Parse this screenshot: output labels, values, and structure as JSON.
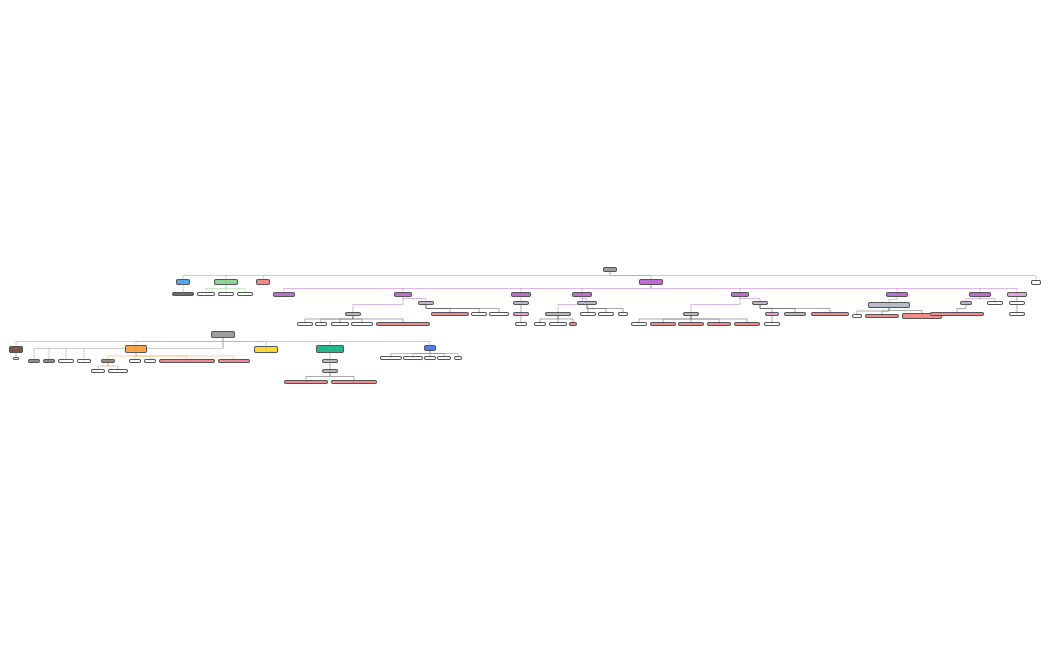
{
  "palette": {
    "gray": "#9e9e9e",
    "purple": "#c06bd6",
    "blue": "#58a8e8",
    "green": "#8fd694",
    "red": "#f28b8b",
    "brown": "#795548",
    "orange": "#f5a44a",
    "yellow": "#ffd633",
    "teal": "#26b58e",
    "royal": "#4c7df0",
    "slate": "#b8bcc8",
    "dark": "#6b6b6b",
    "tan": "#a18c7a",
    "pink": "#e6a4dd"
  },
  "nodes": [
    {
      "id": "root",
      "text": "…",
      "c": "gray"
    },
    {
      "id": "t1",
      "text": "…",
      "c": "blue"
    },
    {
      "id": "t1a",
      "text": "…",
      "c": "dark"
    },
    {
      "id": "t2",
      "text": "…",
      "c": "green"
    },
    {
      "id": "t2a",
      "text": "…",
      "c": "white"
    },
    {
      "id": "t2b",
      "text": "…",
      "c": "white"
    },
    {
      "id": "t2c",
      "text": "…",
      "c": "white"
    },
    {
      "id": "t3",
      "text": "…",
      "c": "red"
    },
    {
      "id": "t4",
      "text": "…",
      "c": "purple"
    },
    {
      "id": "t5",
      "text": "…",
      "c": "white"
    },
    {
      "id": "p1",
      "text": "…",
      "c": "purple"
    },
    {
      "id": "p2",
      "text": "…",
      "c": "purple"
    },
    {
      "id": "p2a",
      "text": "…",
      "c": "slate"
    },
    {
      "id": "p2b",
      "text": "…",
      "c": "slate"
    },
    {
      "id": "p2a1",
      "text": "…",
      "c": "white"
    },
    {
      "id": "p2a2",
      "text": "…",
      "c": "white"
    },
    {
      "id": "p2a3",
      "text": "…",
      "c": "white"
    },
    {
      "id": "p2a4",
      "text": "…",
      "c": "white"
    },
    {
      "id": "p2a5",
      "text": "…",
      "c": "red"
    },
    {
      "id": "p2c",
      "text": "…",
      "c": "red"
    },
    {
      "id": "p2d",
      "text": "…",
      "c": "white"
    },
    {
      "id": "p2e",
      "text": "…",
      "c": "white"
    },
    {
      "id": "p3",
      "text": "…",
      "c": "purple"
    },
    {
      "id": "p3a",
      "text": "…",
      "c": "slate"
    },
    {
      "id": "p3b",
      "text": "…",
      "c": "pink"
    },
    {
      "id": "p3c",
      "text": "…",
      "c": "white"
    },
    {
      "id": "p4",
      "text": "…",
      "c": "purple"
    },
    {
      "id": "p4a",
      "text": "…",
      "c": "slate"
    },
    {
      "id": "p4b",
      "text": "…",
      "c": "slate"
    },
    {
      "id": "p4b1",
      "text": "…",
      "c": "white"
    },
    {
      "id": "p4b2",
      "text": "…",
      "c": "white"
    },
    {
      "id": "p4b3",
      "text": "…",
      "c": "red"
    },
    {
      "id": "p4c",
      "text": "…",
      "c": "white"
    },
    {
      "id": "p4d",
      "text": "…",
      "c": "white"
    },
    {
      "id": "p4e",
      "text": "…",
      "c": "white"
    },
    {
      "id": "p5",
      "text": "…",
      "c": "purple"
    },
    {
      "id": "p5a",
      "text": "…",
      "c": "slate"
    },
    {
      "id": "p5b",
      "text": "…",
      "c": "slate"
    },
    {
      "id": "p5b1",
      "text": "…",
      "c": "white"
    },
    {
      "id": "p5b2",
      "text": "…",
      "c": "red"
    },
    {
      "id": "p5b3",
      "text": "…",
      "c": "red"
    },
    {
      "id": "p5b4",
      "text": "…",
      "c": "red"
    },
    {
      "id": "p5b5",
      "text": "…",
      "c": "red"
    },
    {
      "id": "p5c",
      "text": "…",
      "c": "pink"
    },
    {
      "id": "p5c1",
      "text": "…",
      "c": "white"
    },
    {
      "id": "p5d",
      "text": "…",
      "c": "slate"
    },
    {
      "id": "p5e",
      "text": "…",
      "c": "red"
    },
    {
      "id": "p6",
      "text": "…",
      "c": "purple"
    },
    {
      "id": "p6a",
      "text": "…",
      "c": "slate"
    },
    {
      "id": "p6a1",
      "text": "…",
      "c": "white"
    },
    {
      "id": "p6a2",
      "text": "…",
      "c": "red"
    },
    {
      "id": "p6a3",
      "text": "…",
      "c": "red"
    },
    {
      "id": "p7",
      "text": "…",
      "c": "purple"
    },
    {
      "id": "p7a",
      "text": "…",
      "c": "slate"
    },
    {
      "id": "p7b",
      "text": "…",
      "c": "white"
    },
    {
      "id": "p7c",
      "text": "…",
      "c": "red"
    },
    {
      "id": "p8",
      "text": "…",
      "c": "pink"
    },
    {
      "id": "p8a",
      "text": "…",
      "c": "white"
    },
    {
      "id": "p8b",
      "text": "…",
      "c": "white"
    },
    {
      "id": "l2",
      "text": "…",
      "c": "gray"
    },
    {
      "id": "b1",
      "text": "…",
      "c": "brown"
    },
    {
      "id": "b1a",
      "text": "…",
      "c": "white"
    },
    {
      "id": "b2",
      "text": "…",
      "c": "tan"
    },
    {
      "id": "b3",
      "text": "…",
      "c": "tan"
    },
    {
      "id": "b4",
      "text": "…",
      "c": "white"
    },
    {
      "id": "b5",
      "text": "…",
      "c": "white"
    },
    {
      "id": "o1",
      "text": "…",
      "c": "orange"
    },
    {
      "id": "o1a",
      "text": "…",
      "c": "tan"
    },
    {
      "id": "o1a1",
      "text": "…",
      "c": "white"
    },
    {
      "id": "o1a2",
      "text": "…",
      "c": "white"
    },
    {
      "id": "o1b",
      "text": "…",
      "c": "white"
    },
    {
      "id": "o1c",
      "text": "…",
      "c": "white"
    },
    {
      "id": "o1d",
      "text": "…",
      "c": "red"
    },
    {
      "id": "o1e",
      "text": "…",
      "c": "red"
    },
    {
      "id": "y1",
      "text": "…",
      "c": "yellow"
    },
    {
      "id": "g1",
      "text": "…",
      "c": "teal"
    },
    {
      "id": "g1a",
      "text": "…",
      "c": "slate"
    },
    {
      "id": "g1b",
      "text": "…",
      "c": "slate"
    },
    {
      "id": "g1b1",
      "text": "…",
      "c": "red"
    },
    {
      "id": "g1b2",
      "text": "…",
      "c": "red"
    },
    {
      "id": "r1",
      "text": "…",
      "c": "royal"
    },
    {
      "id": "r1a",
      "text": "…",
      "c": "white"
    },
    {
      "id": "r1b",
      "text": "…",
      "c": "white"
    },
    {
      "id": "r1c",
      "text": "…",
      "c": "white"
    },
    {
      "id": "r1d",
      "text": "…",
      "c": "white"
    },
    {
      "id": "r1e",
      "text": "…",
      "c": "white"
    }
  ]
}
